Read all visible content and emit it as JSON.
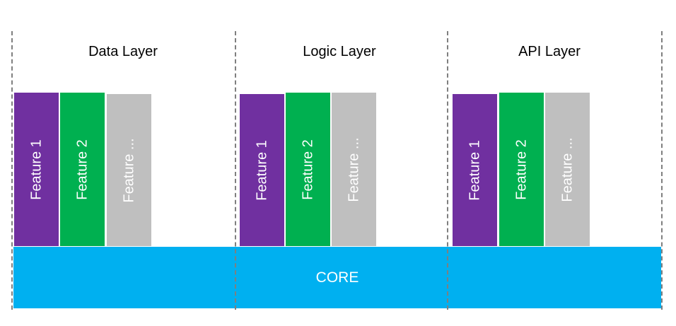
{
  "colors": {
    "feature_1": "#7030a0",
    "feature_2": "#00b050",
    "feature_more": "#bfbfbf",
    "core": "#00b0f0",
    "divider": "#7f7f7f",
    "label_text": "#ffffff",
    "title_text": "#000000"
  },
  "layers": [
    {
      "title": "Data Layer",
      "features": [
        {
          "label": "Feature 1",
          "color_key": "feature_1"
        },
        {
          "label": "Feature 2",
          "color_key": "feature_2"
        },
        {
          "label": "Feature ...",
          "color_key": "feature_more"
        }
      ]
    },
    {
      "title": "Logic Layer",
      "features": [
        {
          "label": "Feature 1",
          "color_key": "feature_1"
        },
        {
          "label": "Feature 2",
          "color_key": "feature_2"
        },
        {
          "label": "Feature ...",
          "color_key": "feature_more"
        }
      ]
    },
    {
      "title": "API Layer",
      "features": [
        {
          "label": "Feature 1",
          "color_key": "feature_1"
        },
        {
          "label": "Feature 2",
          "color_key": "feature_2"
        },
        {
          "label": "Feature ...",
          "color_key": "feature_more"
        }
      ]
    }
  ],
  "core": {
    "label": "CORE"
  }
}
